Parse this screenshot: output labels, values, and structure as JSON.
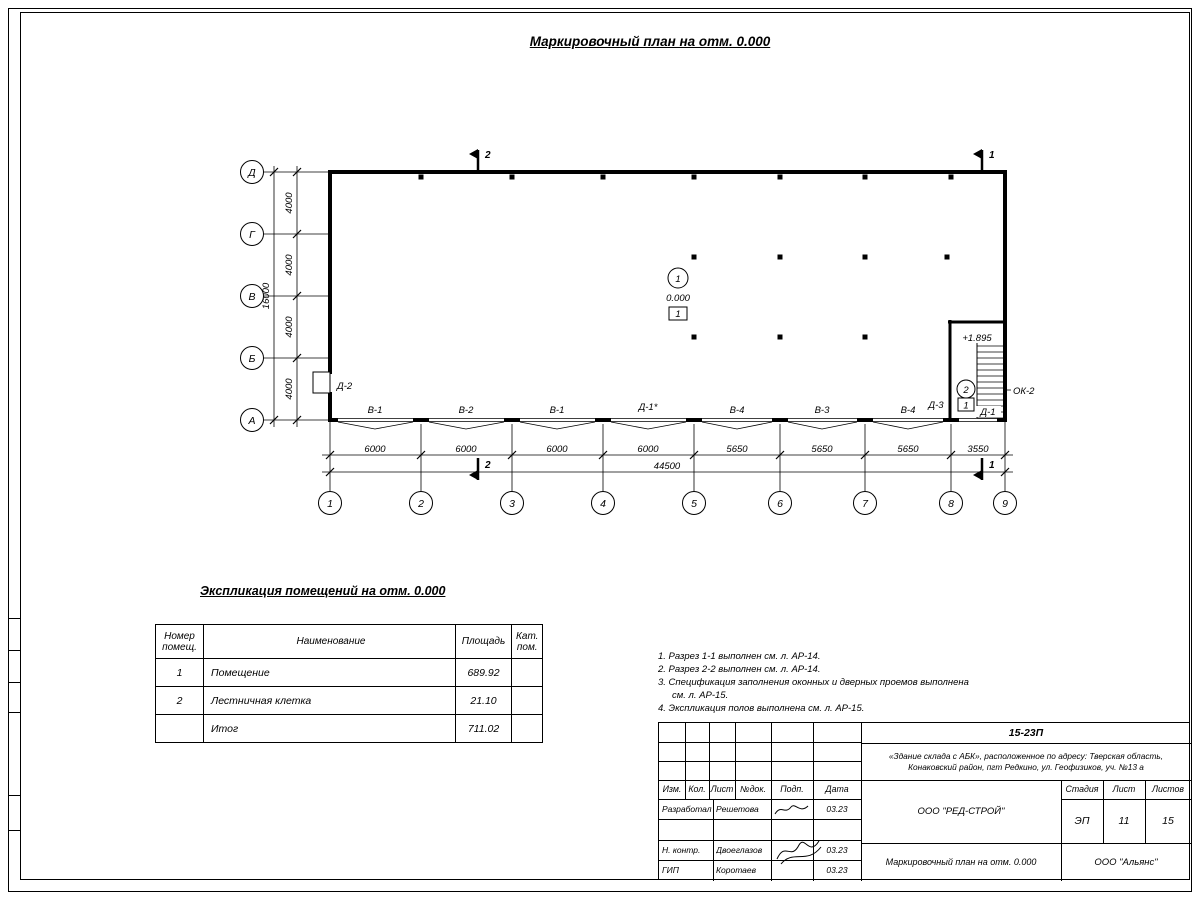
{
  "sheet": {
    "title": "Маркировочный план на отм. 0.000"
  },
  "plan": {
    "axes_letters": [
      "Д",
      "Г",
      "В",
      "Б",
      "А"
    ],
    "axes_numbers": [
      "1",
      "2",
      "3",
      "4",
      "5",
      "6",
      "7",
      "8",
      "9"
    ],
    "dims_left": [
      "4000",
      "4000",
      "4000",
      "4000"
    ],
    "dim_left_total": "16000",
    "dims_bottom": [
      "6000",
      "6000",
      "6000",
      "6000",
      "5650",
      "5650",
      "5650",
      "3550"
    ],
    "dim_bottom_total": "44500",
    "sections": {
      "top_left": "2",
      "top_right": "1",
      "bottom_left": "2",
      "bottom_right": "1"
    },
    "bay_labels": [
      "В-1",
      "В-2",
      "В-1",
      "Д-1*",
      "В-4",
      "В-3",
      "В-4"
    ],
    "door_labels": {
      "d2": "Д-2",
      "d3": "Д-3",
      "d1": "Д-1"
    },
    "room_marker": {
      "number": "1",
      "elevation": "0.000",
      "floor_type": "1"
    },
    "stair": {
      "elevation": "+1.895",
      "number": "2",
      "floor_type": "1",
      "window": "ОК-2"
    }
  },
  "explication": {
    "title": "Экспликация помещений на отм. 0.000",
    "headers": {
      "num": "Номер помещ.",
      "name": "Наименование",
      "area": "Площадь",
      "cat": "Кат. пом."
    },
    "rows": [
      {
        "num": "1",
        "name": "Помещение",
        "area": "689.92",
        "cat": ""
      },
      {
        "num": "2",
        "name": "Лестничная клетка",
        "area": "21.10",
        "cat": ""
      },
      {
        "num": "",
        "name": "Итог",
        "area": "711.02",
        "cat": ""
      }
    ]
  },
  "notes": [
    "1. Разрез 1-1 выполнен см. л. АР-14.",
    "2. Разрез 2-2 выполнен см. л. АР-14.",
    "3. Спецификация заполнения оконных и дверных проемов выполнена см. л. АР-15.",
    "4. Экспликация полов выполнена см. л. АР-15."
  ],
  "titleblock": {
    "doc_number": "15-23П",
    "project": "«Здание склада с АБК», расположенное по адресу: Тверская область, Конаковский район, пгт Редкино, ул. Геофизиков, уч. №13 а",
    "change_cols": [
      "Изм.",
      "Кол.",
      "Лист",
      "№док.",
      "Подп.",
      "Дата"
    ],
    "sign_rows": [
      {
        "role": "Разработал",
        "name": "Решетова",
        "date": "03.23"
      },
      {
        "role": "Н. контр.",
        "name": "Двоеглазов",
        "date": "03.23"
      },
      {
        "role": "ГИП",
        "name": "Коротаев",
        "date": "03.23"
      }
    ],
    "company": "ООО \"РЕД-СТРОЙ\"",
    "stage_label": "Стадия",
    "sheet_label": "Лист",
    "sheets_label": "Листов",
    "stage": "ЭП",
    "sheet": "11",
    "sheets": "15",
    "drawing_title": "Маркировочный план на отм. 0.000",
    "contractor": "ООО \"Альянс\""
  }
}
